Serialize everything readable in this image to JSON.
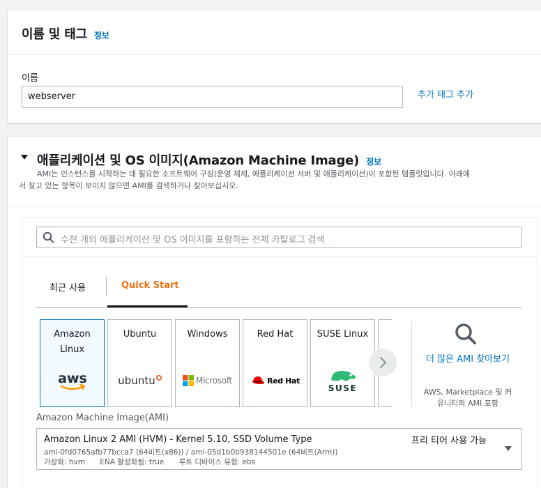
{
  "name_tags": {
    "title": "이름 및 태그",
    "info": "정보",
    "name_label": "이름",
    "name_value": "webserver",
    "add_tag": "추가 태그 추가"
  },
  "ami": {
    "title": "애플리케이션 및 OS 이미지(Amazon Machine Image)",
    "info": "정보",
    "desc_line1": "AMI는 인스턴스를 시작하는 데 필요한 소프트웨어 구성(운영 체제, 애플리케이션 서버 및 애플리케이션)이 포함된 템플릿입니다. 아래에",
    "desc_line2": "서 찾고 있는 항목이 보이지 않으면 AMI를 검색하거나 찾아보십시오.",
    "search_placeholder": "수천 개의 애플리케이션 및 OS 이미지를 포함하는 전체 카탈로그 검색",
    "tabs": [
      "최근 사용",
      "Quick Start"
    ],
    "os_tiles": [
      {
        "label": "Amazon Linux",
        "logo": "aws"
      },
      {
        "label": "Ubuntu",
        "logo": "ubuntu"
      },
      {
        "label": "Windows",
        "logo": "Microsoft"
      },
      {
        "label": "Red Hat",
        "logo": "Red Hat"
      },
      {
        "label": "SUSE Linux",
        "logo": "SUSE"
      }
    ],
    "browse_more": "더 많은 AMI 찾아보기",
    "browse_note": "AWS, Marketplace 및 커뮤니티의 AMI 포함",
    "ami_label": "Amazon Machine Image(AMI)",
    "selected": {
      "name": "Amazon Linux 2 AMI (HVM) - Kernel 5.10, SSD Volume Type",
      "free_tier": "프리 티어 사용 가능",
      "ids": "ami-0fd0765afb77bcca7 (64비트(x86)) / ami-05d1b0b938144501e (64비트(Arm))",
      "virtualization": "가상화: hvm",
      "ena": "ENA 활성화됨: true",
      "root_device": "루트 디바이스 유형: ebs"
    }
  },
  "colors": {
    "link": "#0073bb",
    "active_tab": "#ec7211",
    "selected_tile_bg": "#f1faff"
  }
}
